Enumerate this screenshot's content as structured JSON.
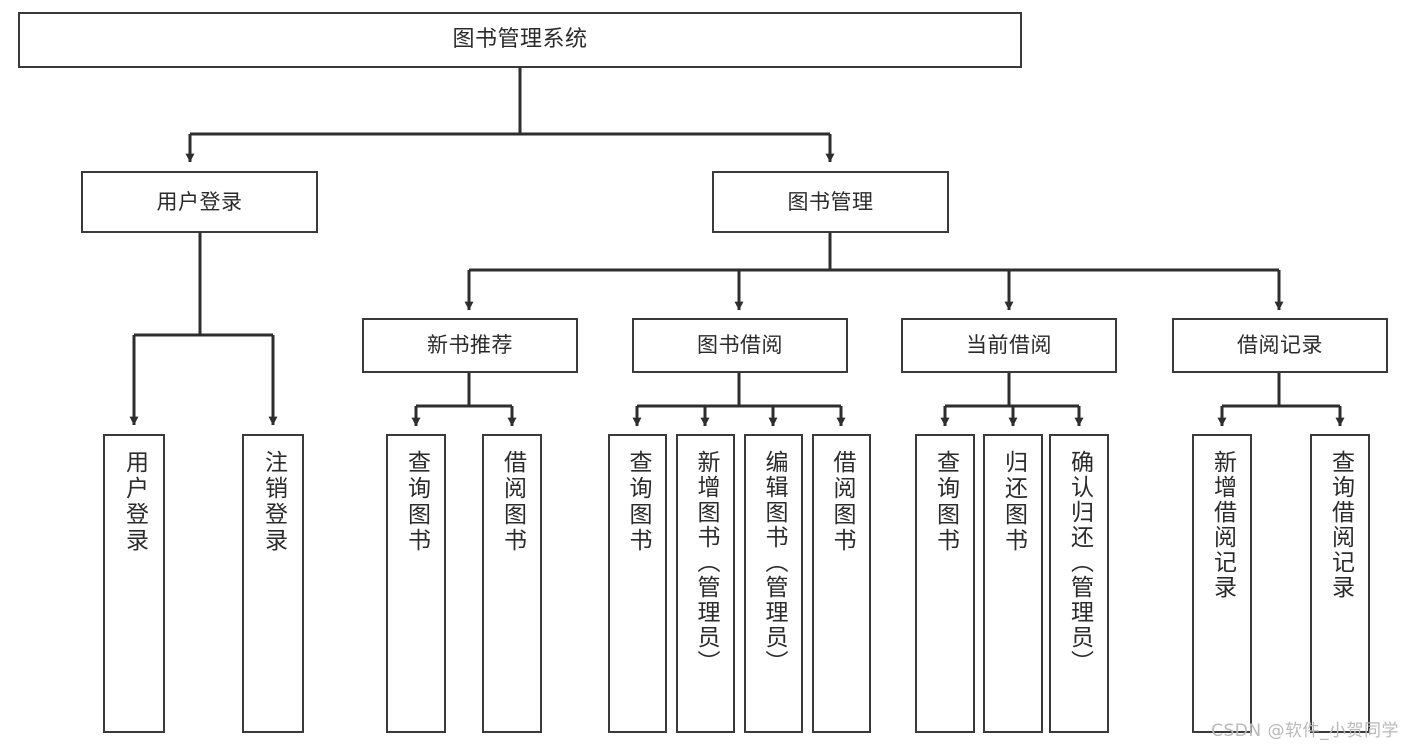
{
  "diagram": {
    "title": "图书管理系统",
    "type": "tree-hierarchy-chart",
    "orientation": "top-down",
    "colors": {
      "background": "#ffffff",
      "node_border": "#3a3a3a",
      "node_fill": "#ffffff",
      "text": "#2b2b2b",
      "edge": "#3a3a3a",
      "watermark": "#b9b9b9"
    }
  },
  "watermark": {
    "text": "CSDN @软件_小贺同学"
  },
  "nodes": {
    "root": {
      "label": "图书管理系统"
    },
    "level1": [
      {
        "label": "用户登录"
      },
      {
        "label": "图书管理"
      }
    ],
    "level2": [
      {
        "label": "新书推荐"
      },
      {
        "label": "图书借阅"
      },
      {
        "label": "当前借阅"
      },
      {
        "label": "借阅记录"
      }
    ],
    "leaves": {
      "user_login": [
        {
          "label": "用户登录"
        },
        {
          "label": "注销登录"
        }
      ],
      "new_book_recommend": [
        {
          "label": "查询图书"
        },
        {
          "label": "借阅图书"
        }
      ],
      "book_borrow": [
        {
          "label": "查询图书"
        },
        {
          "label": "新增图书（管理员）"
        },
        {
          "label": "编辑图书（管理员）"
        },
        {
          "label": "借阅图书"
        }
      ],
      "current_borrow": [
        {
          "label": "查询图书"
        },
        {
          "label": "归还图书"
        },
        {
          "label": "确认归还（管理员）"
        }
      ],
      "borrow_record": [
        {
          "label": "新增借阅记录"
        },
        {
          "label": "查询借阅记录"
        }
      ]
    }
  }
}
